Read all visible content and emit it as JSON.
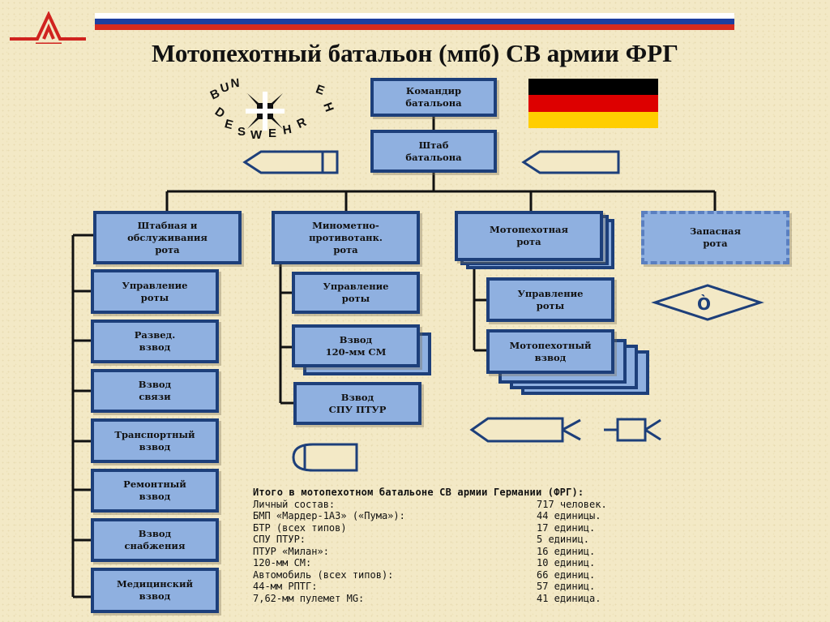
{
  "title": "Мотопехотный  батальон (мпб) СВ армии ФРГ",
  "colors": {
    "box_fill": "#8fb0e0",
    "box_border": "#1d3f7a",
    "background": "#f3e9c6",
    "accent_red": "#d0231f",
    "flag_ru": [
      "#ffffff",
      "#1c3fa0",
      "#d52b1e"
    ],
    "flag_de": [
      "#000000",
      "#dd0000",
      "#ffce00"
    ]
  },
  "logo": {
    "text": "BUNDESWEHR",
    "icon": "iron-cross-icon"
  },
  "nodes": {
    "commander": "Командир\nбатальона",
    "staff": "Штаб\nбатальона",
    "hq_company": "Штабная и\nобслуживания\nрота",
    "mortar_at": "Минометно-\nпротивотанк.\nрота",
    "mot_inf_company": "Мотопехотная\nрота",
    "reserve": "Запасная\nрота"
  },
  "hq_children": [
    "Управление\nроты",
    "Развед.\nвзвод",
    "Взвод\nсвязи",
    "Транспортный\nвзвод",
    "Ремонтный\nвзвод",
    "Взвод\nснабжения",
    "Медицинский\nвзвод"
  ],
  "mortar_children": [
    "Управление\nроты",
    "Взвод\n120-мм СМ",
    "Взвод\nСПУ ПТУР"
  ],
  "mot_children": [
    "Управление\nроты",
    "Мотопехотный\nвзвод"
  ],
  "summary": {
    "header": "Итого в мотопехотном батальоне СВ армии Германии (ФРГ):",
    "rows": [
      {
        "label": "Личный состав:",
        "value": "717 человек."
      },
      {
        "label": "БМП «Мардер-1А3» («Пума»):",
        "value": "44 единицы."
      },
      {
        "label": "БТР (всех типов)",
        "value": "17 единиц."
      },
      {
        "label": "СПУ ПТУР:",
        "value": "5 единиц."
      },
      {
        "label": "ПТУР «Милан»:",
        "value": "16 единиц."
      },
      {
        "label": "120-мм СМ:",
        "value": "10 единиц."
      },
      {
        "label": "Автомобиль (всех типов):",
        "value": "66 единиц."
      },
      {
        "label": "44-мм РПТГ:",
        "value": "57 единиц."
      },
      {
        "label": "7,62-мм пулемет MG:",
        "value": "41 единица."
      }
    ]
  }
}
